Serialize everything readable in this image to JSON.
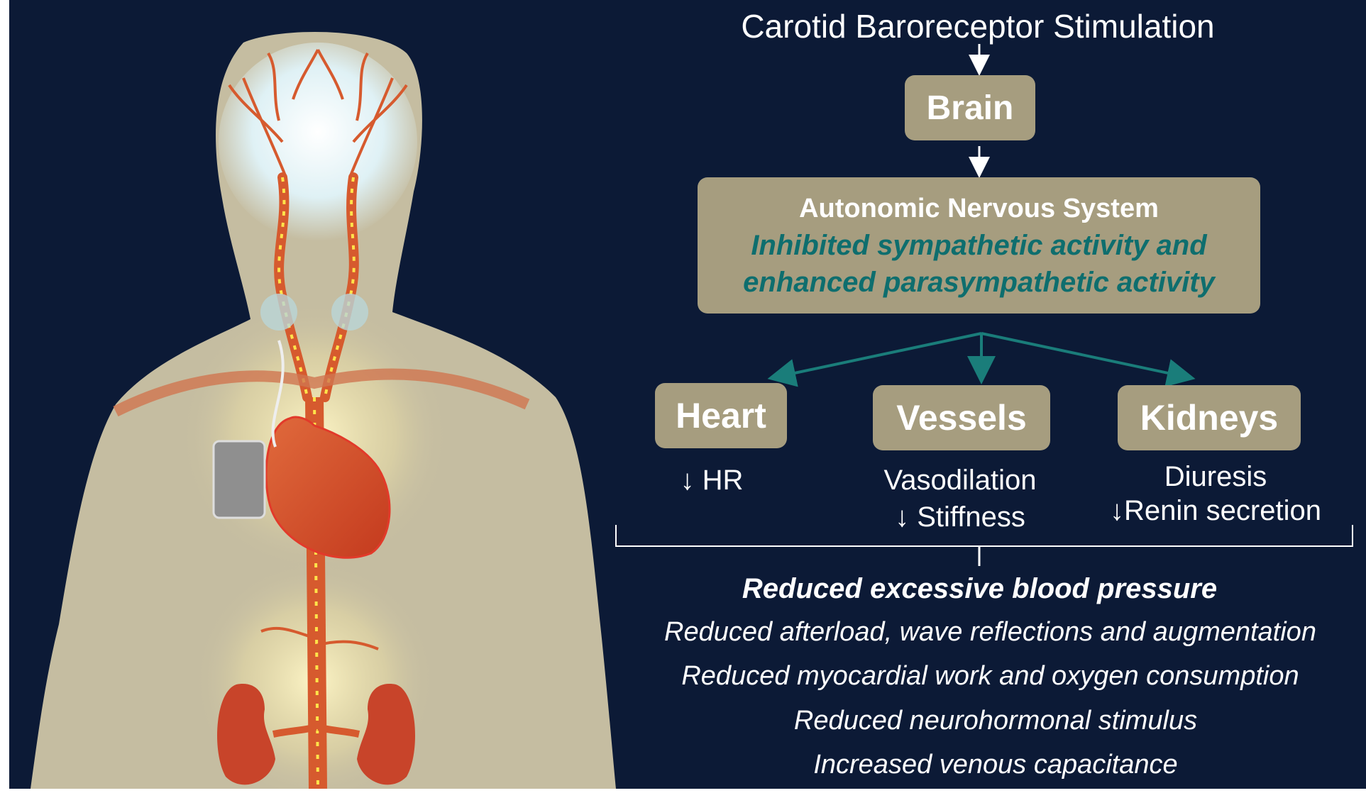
{
  "title": "Carotid Baroreceptor Stimulation",
  "brain": "Brain",
  "ans": {
    "title": "Autonomic Nervous System",
    "line1": "Inhibited sympathetic activity and",
    "line2": "enhanced parasympathetic activity"
  },
  "organs": {
    "heart": {
      "label": "Heart",
      "effects": [
        "↓ HR"
      ]
    },
    "vessels": {
      "label": "Vessels",
      "effects": [
        "Vasodilation",
        "↓ Stiffness"
      ]
    },
    "kidneys": {
      "label": "Kidneys",
      "effects": [
        "Diuresis",
        "↓Renin secretion"
      ]
    }
  },
  "outcomes": {
    "main": "Reduced excessive blood pressure",
    "items": [
      "Reduced afterload, wave reflections and augmentation",
      "Reduced myocardial work and oxygen consumption",
      "Reduced neurohormonal stimulus",
      "Increased venous capacitance"
    ]
  },
  "colors": {
    "background": "#0c1a36",
    "box": "#a69d7f",
    "teal_text": "#0e6e6e",
    "body_skin": "#c5bda1",
    "artery": "#d65a2e"
  }
}
